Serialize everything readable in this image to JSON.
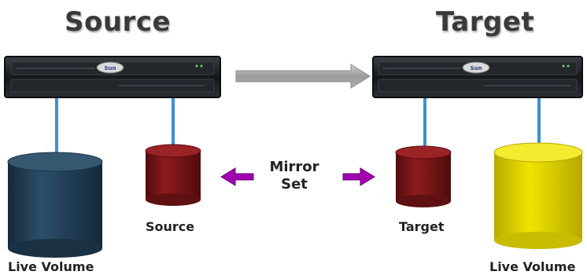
{
  "titles": {
    "source": "Source",
    "target": "Target"
  },
  "labels": {
    "mirror_line1": "Mirror",
    "mirror_line2": "Set",
    "source_disk": "Source",
    "target_disk": "Target",
    "live_volume_left": "Live Volume",
    "live_volume_right": "Live Volume"
  },
  "server_logo": "Sun",
  "colors": {
    "live_volume_left": "#234057",
    "mirror_disks": "#7a1416",
    "live_volume_right": "#e3d600",
    "arrow_gray": "#9a9a9a",
    "arrow_purple": "#a000b0",
    "connector": "#3f8fd0",
    "server": "#1d2024"
  }
}
